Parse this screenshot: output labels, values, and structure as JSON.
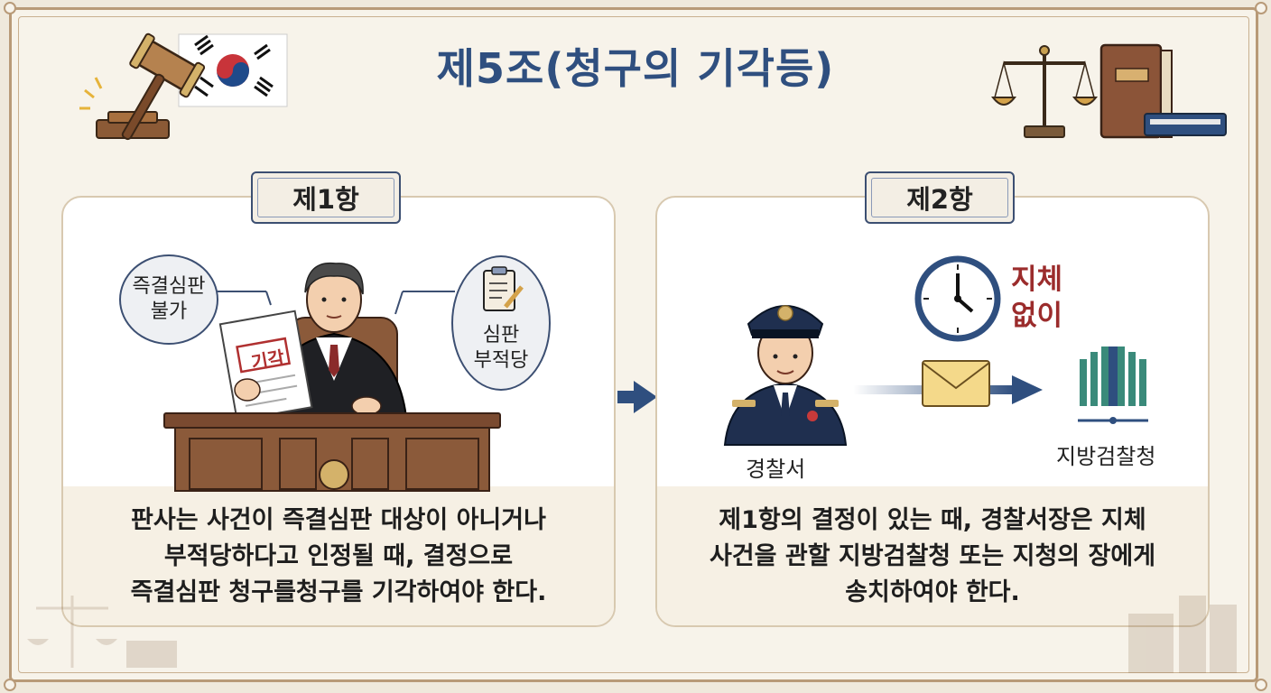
{
  "title": "제5조(청구의 기각등)",
  "clause1": {
    "tag": "제1항",
    "bubble_left": "즉결심판\n불가",
    "bubble_right": "심판\n부적당",
    "doc_stamp": "기각",
    "text": "판사는 사건이 즉결심판 대상이 아니거나\n부적당하다고 인정될 때, 결정으로\n즉결심판 청구를청구를 기각하여야 한다."
  },
  "clause2": {
    "tag": "제2항",
    "delay_label": "지체\n없이",
    "police_label": "경찰서",
    "prosecutor_label": "지방검찰청",
    "text": "제1항의 결정이 있는 때, 경찰서장은 지체\n사건을 관할 지방검찰청 또는 지청의 장에게\n송치하여야 한다."
  },
  "colors": {
    "title": "#2f4f7f",
    "accent_navy": "#3c4f72",
    "arrow": "#2f4f7f",
    "delay": "#9b2c2c",
    "wood": "#7a4a30"
  },
  "icons": [
    "gavel-icon",
    "korean-flag-icon",
    "scales-icon",
    "law-book-icon",
    "judge-icon",
    "rejection-document-icon",
    "clipboard-icon",
    "police-officer-icon",
    "clock-icon",
    "envelope-icon",
    "prosecutor-office-icon",
    "arrow-right-icon"
  ]
}
